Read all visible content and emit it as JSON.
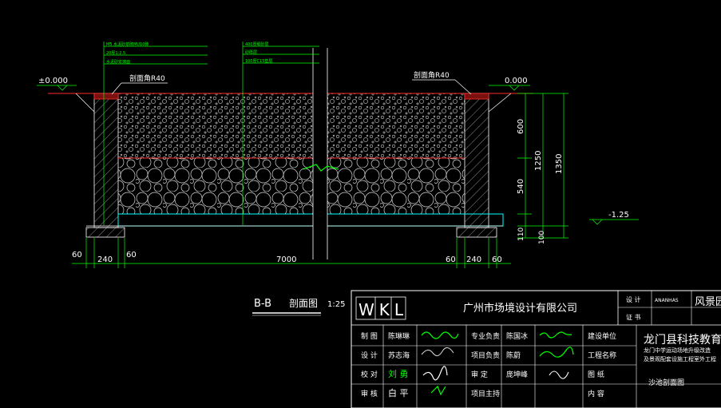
{
  "section": {
    "title_main": "B-B",
    "title_word": "剖面图",
    "scale": "1:25",
    "top_labels": {
      "left": "剖面角R40",
      "right": "剖面角R40"
    },
    "elevations": {
      "left": "±0.000",
      "right": "0.000",
      "bottom": "-1.25"
    },
    "bottom_dims": {
      "d60_left": "60",
      "d240_left": "240",
      "d60_left_inner": "60",
      "total": "7000",
      "d60_right_inner": "60",
      "d240_right": "240",
      "d60_right": "60"
    },
    "vertical_dims": {
      "d600": "600",
      "d540": "540",
      "d1250": "1250",
      "d1350": "1350",
      "d110": "110",
      "d100": "100"
    },
    "callout_left": [
      "M5 水泥砂浆砌MU10砖",
      "20厚1:2.5",
      "水泥砂浆抹面"
    ],
    "callout_right": [
      "400厚细砂层",
      "砂砾层",
      "100厚C15垫层"
    ]
  },
  "title_block": {
    "logo": "WKL",
    "company": "广州市场境设计有限公司",
    "design_label": "设 计",
    "design_value": "ANANHAS",
    "check_label": "证 书",
    "design_type": "风景园",
    "client_name": "龙门县科技教育",
    "project_line1": "龙门中学运动场地升级改造",
    "project_line2": "及景观配套设施工程室外工程",
    "drawing_title": "沙池剖面图",
    "rows": [
      {
        "c1": "制 图",
        "c2": "陈琳琳",
        "c4": "专业负责",
        "c5": "陈国冰",
        "c7": "建设单位"
      },
      {
        "c1": "设 计",
        "c2": "苏志海",
        "c4": "项目负责",
        "c5": "陈蔚",
        "c7": "工程名称"
      },
      {
        "c1": "校 对",
        "c2": "刘 勇",
        "c4": "审 定",
        "c5": "庞坤峰",
        "c7": "图 纸"
      },
      {
        "c1": "审 核",
        "c2": "白 平",
        "c4": "项目主持",
        "c5": "",
        "c7": "内 容"
      }
    ]
  },
  "colors": {
    "background": "#000000",
    "line_white": "#ffffff",
    "line_red": "#ff2a2a",
    "line_green": "#00ff00",
    "line_cyan": "#00ffff",
    "line_yellow": "#ffff00"
  }
}
